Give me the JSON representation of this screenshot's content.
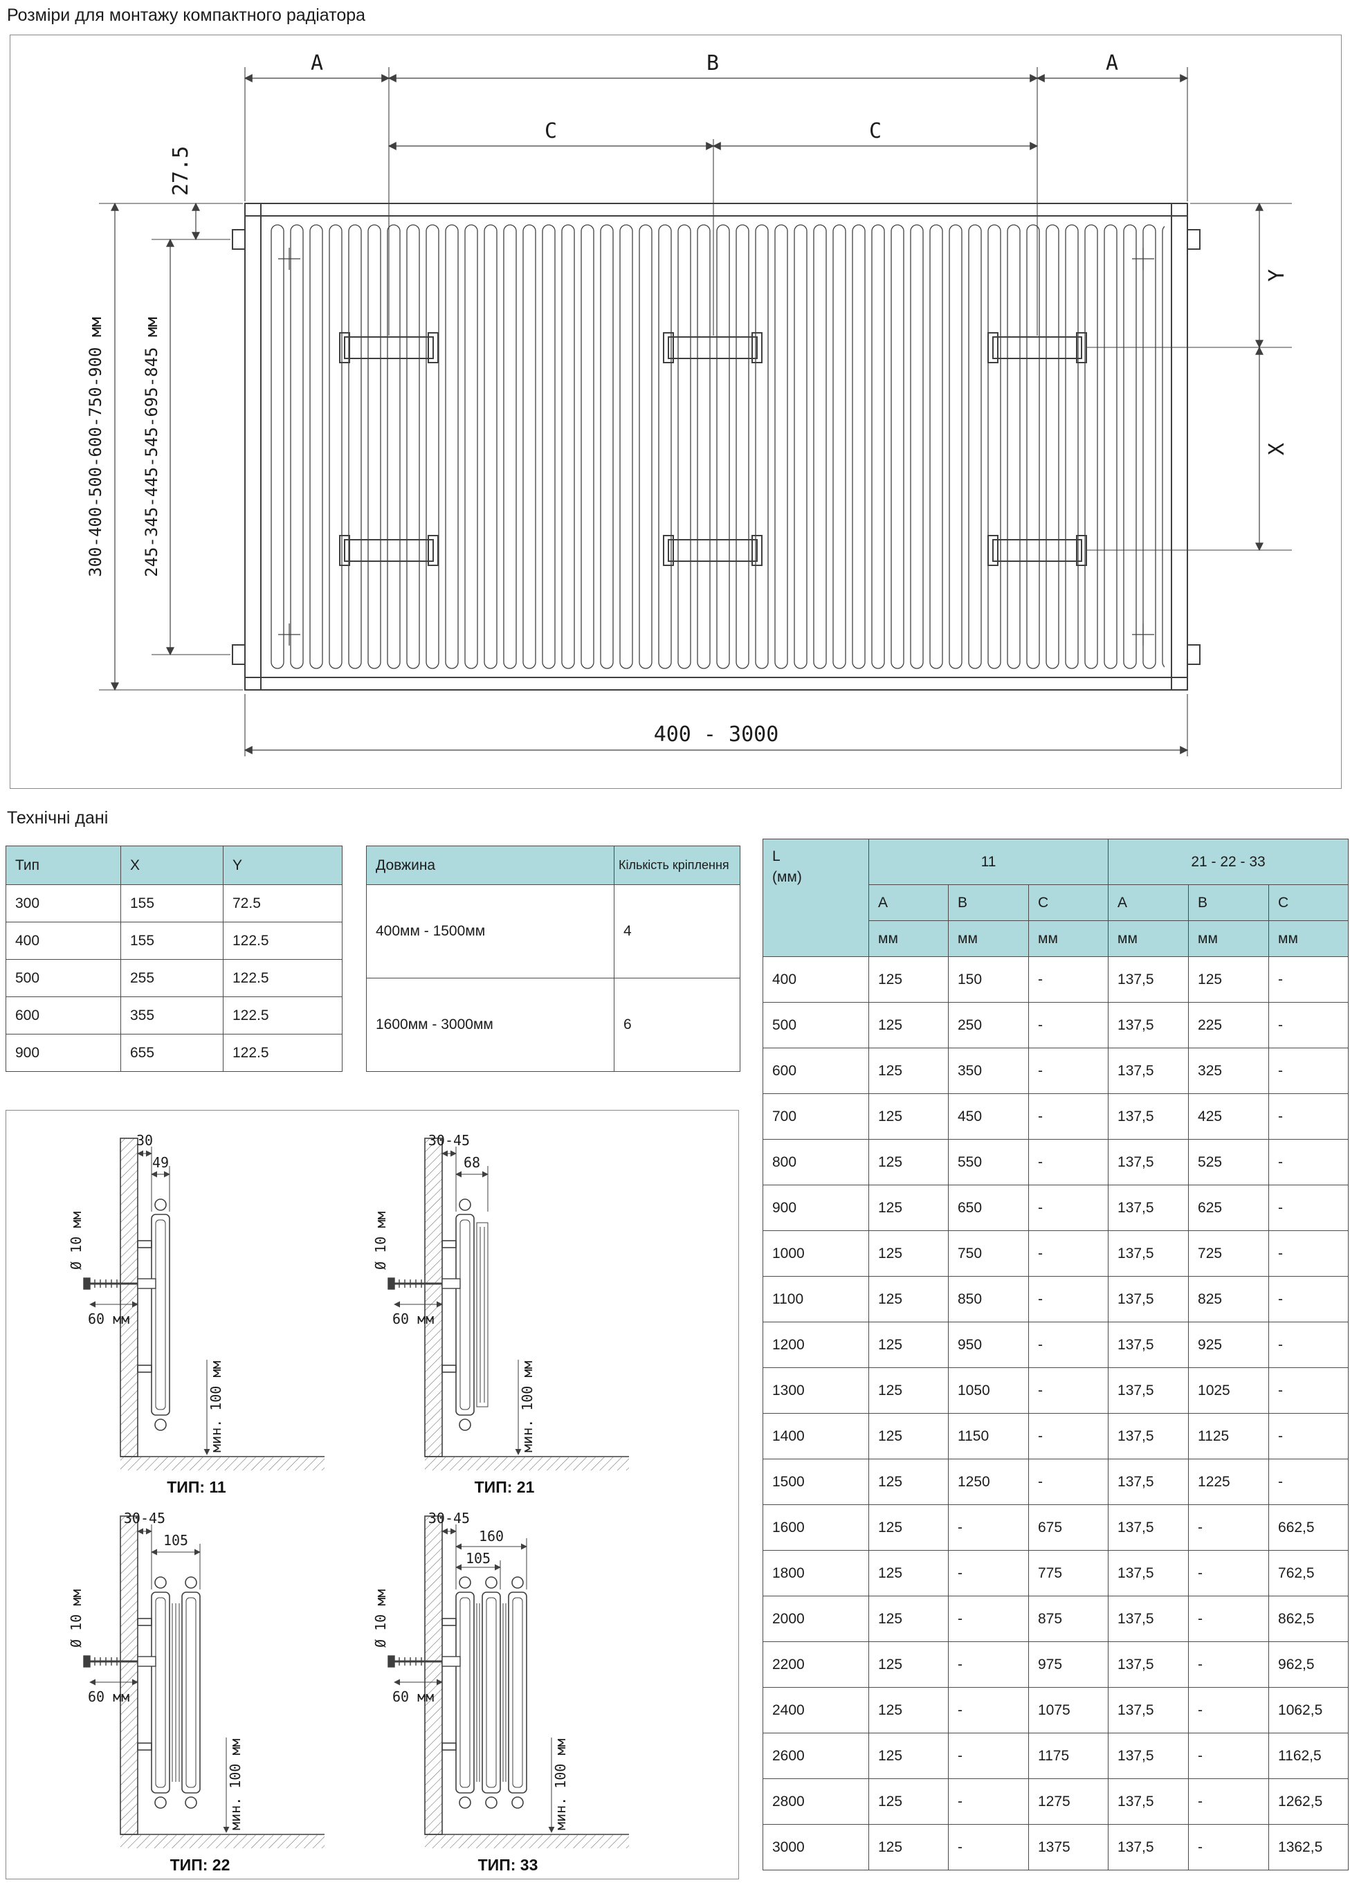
{
  "page": {
    "title": "Розміри для монтажу компактного радіатора",
    "tech_section_title": "Технічні дані"
  },
  "drawing": {
    "dim_a": "A",
    "dim_b": "B",
    "dim_c": "C",
    "top_offset": "27.5",
    "height_range_outer": "300-400-500-600-750-900 мм",
    "height_range_inner": "245-345-445-545-695-845 мм",
    "dim_y": "Y",
    "dim_x": "X",
    "length_range": "400 - 3000"
  },
  "table_xy": {
    "headers": [
      "Тип",
      "X",
      "Y"
    ],
    "rows": [
      [
        "300",
        "155",
        "72.5"
      ],
      [
        "400",
        "155",
        "122.5"
      ],
      [
        "500",
        "255",
        "122.5"
      ],
      [
        "600",
        "355",
        "122.5"
      ],
      [
        "900",
        "655",
        "122.5"
      ]
    ]
  },
  "table_fastening": {
    "headers": [
      "Довжина",
      "Кількість кріплення"
    ],
    "rows": [
      [
        "400мм - 1500мм",
        "4"
      ],
      [
        "1600мм - 3000мм",
        "6"
      ]
    ]
  },
  "table_main": {
    "l_label": "L",
    "l_unit": "(мм)",
    "group_11": "11",
    "group_21": "21 - 22 - 33",
    "subheaders": [
      "A",
      "B",
      "C",
      "A",
      "B",
      "C"
    ],
    "units": [
      "мм",
      "мм",
      "мм",
      "мм",
      "мм",
      "мм"
    ],
    "rows": [
      [
        "400",
        "125",
        "150",
        "-",
        "137,5",
        "125",
        "-"
      ],
      [
        "500",
        "125",
        "250",
        "-",
        "137,5",
        "225",
        "-"
      ],
      [
        "600",
        "125",
        "350",
        "-",
        "137,5",
        "325",
        "-"
      ],
      [
        "700",
        "125",
        "450",
        "-",
        "137,5",
        "425",
        "-"
      ],
      [
        "800",
        "125",
        "550",
        "-",
        "137,5",
        "525",
        "-"
      ],
      [
        "900",
        "125",
        "650",
        "-",
        "137,5",
        "625",
        "-"
      ],
      [
        "1000",
        "125",
        "750",
        "-",
        "137,5",
        "725",
        "-"
      ],
      [
        "1100",
        "125",
        "850",
        "-",
        "137,5",
        "825",
        "-"
      ],
      [
        "1200",
        "125",
        "950",
        "-",
        "137,5",
        "925",
        "-"
      ],
      [
        "1300",
        "125",
        "1050",
        "-",
        "137,5",
        "1025",
        "-"
      ],
      [
        "1400",
        "125",
        "1150",
        "-",
        "137,5",
        "1125",
        "-"
      ],
      [
        "1500",
        "125",
        "1250",
        "-",
        "137,5",
        "1225",
        "-"
      ],
      [
        "1600",
        "125",
        "-",
        "675",
        "137,5",
        "-",
        "662,5"
      ],
      [
        "1800",
        "125",
        "-",
        "775",
        "137,5",
        "-",
        "762,5"
      ],
      [
        "2000",
        "125",
        "-",
        "875",
        "137,5",
        "-",
        "862,5"
      ],
      [
        "2200",
        "125",
        "-",
        "975",
        "137,5",
        "-",
        "962,5"
      ],
      [
        "2400",
        "125",
        "-",
        "1075",
        "137,5",
        "-",
        "1062,5"
      ],
      [
        "2600",
        "125",
        "-",
        "1175",
        "137,5",
        "-",
        "1162,5"
      ],
      [
        "2800",
        "125",
        "-",
        "1275",
        "137,5",
        "-",
        "1262,5"
      ],
      [
        "3000",
        "125",
        "-",
        "1375",
        "137,5",
        "-",
        "1362,5"
      ]
    ]
  },
  "mount_diagrams": {
    "items": [
      {
        "label": "ТИП: 11",
        "gap": "30",
        "depth": "49",
        "anchor_dia": "Ø 10 мм",
        "anchor_depth": "60 мм",
        "floor_clearance": "мин. 100 мм"
      },
      {
        "label": "ТИП: 21",
        "gap": "30-45",
        "depth": "68",
        "anchor_dia": "Ø 10 мм",
        "anchor_depth": "60 мм",
        "floor_clearance": "мин. 100 мм"
      },
      {
        "label": "ТИП: 22",
        "gap": "30-45",
        "depth": "105",
        "anchor_dia": "Ø 10 мм",
        "anchor_depth": "60 мм",
        "floor_clearance": "мин. 100 мм"
      },
      {
        "label": "ТИП: 33",
        "gap": "30-45",
        "depth": "160",
        "inner": "105",
        "anchor_dia": "Ø 10 мм",
        "anchor_depth": "60 мм",
        "floor_clearance": "мин. 100 мм"
      }
    ]
  }
}
